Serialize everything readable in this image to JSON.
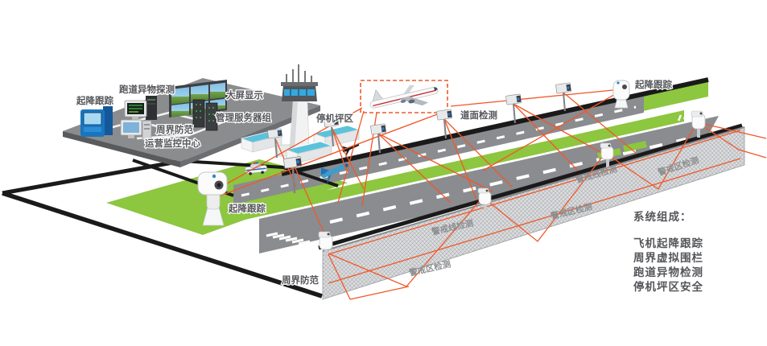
{
  "labels": {
    "takeoff_tracking": "起降跟踪",
    "runway_fod_detection": "跑道异物探测",
    "big_screen_display": "大屏显示",
    "management_server_group": "管理服务器组",
    "perimeter_protection": "周界防范",
    "operations_monitoring_center": "运营监控中心",
    "apron_area": "停机坪区",
    "pavement_detection": "道面检测",
    "alert_zone_detection": "警戒区检测",
    "alert_line_detection": "警戒线检测"
  },
  "system_panel": {
    "title": "系统组成：",
    "items": [
      "飞机起降跟踪",
      "周界虚拟围栏",
      "跑道异物检测",
      "停机坪区安全"
    ]
  },
  "colors": {
    "detection_line": "#F1582A",
    "grass": "#8DC63F",
    "runway_gray": "#8A8C8F",
    "road_black": "#1A1A1A",
    "platform_gray": "#8A8C8E",
    "label_text": "#55565A",
    "fence_text": "#8C8E90",
    "kiosk_blue": "#1C75BC",
    "status_green": "#39B54A"
  }
}
